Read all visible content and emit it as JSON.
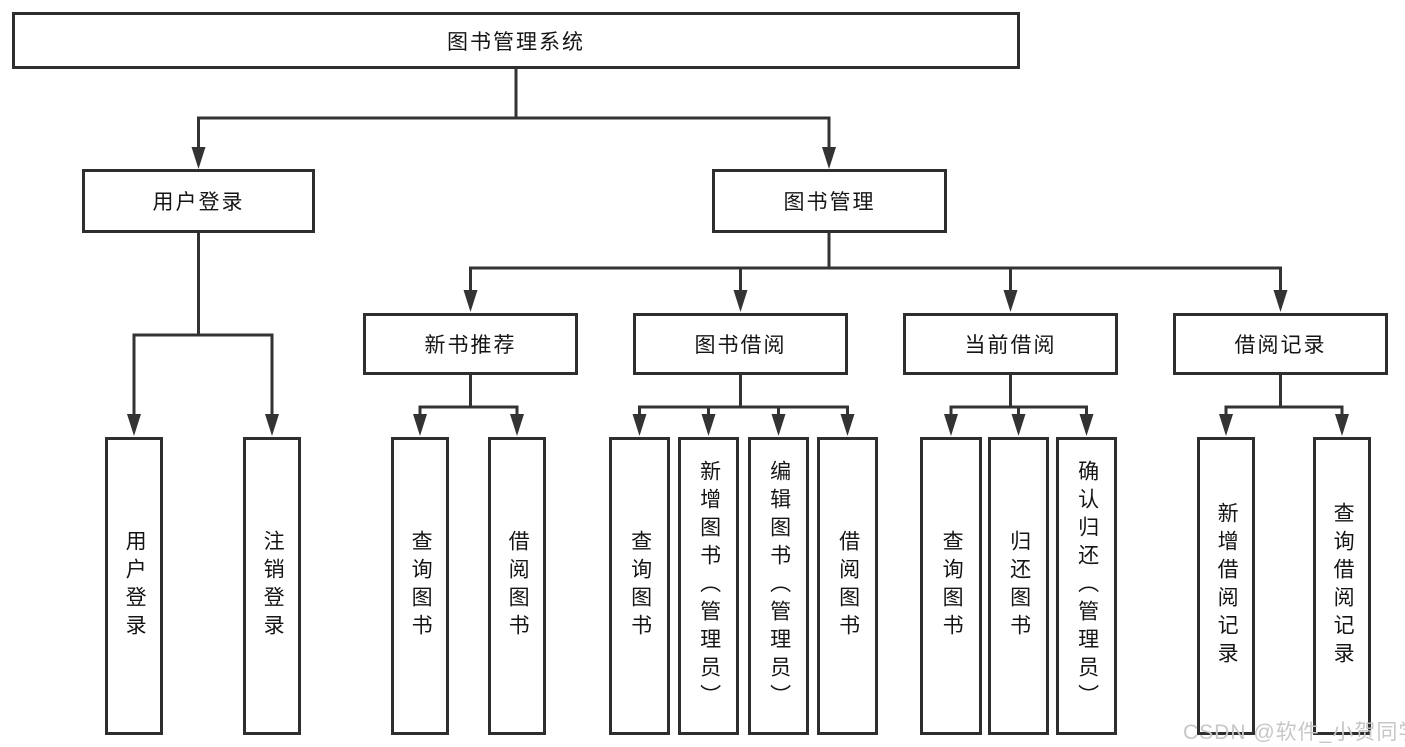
{
  "tree": {
    "root": {
      "label": "图书管理系统",
      "children": [
        {
          "label": "用户登录",
          "children": [
            {
              "label": "用户登录"
            },
            {
              "label": "注销登录"
            }
          ]
        },
        {
          "label": "图书管理",
          "children": [
            {
              "label": "新书推荐",
              "children": [
                {
                  "label": "查询图书"
                },
                {
                  "label": "借阅图书"
                }
              ]
            },
            {
              "label": "图书借阅",
              "children": [
                {
                  "label": "查询图书"
                },
                {
                  "label": "新增图书（管理员）"
                },
                {
                  "label": "编辑图书（管理员）"
                },
                {
                  "label": "借阅图书"
                }
              ]
            },
            {
              "label": "当前借阅",
              "children": [
                {
                  "label": "查询图书"
                },
                {
                  "label": "归还图书"
                },
                {
                  "label": "确认归还（管理员）"
                }
              ]
            },
            {
              "label": "借阅记录",
              "children": [
                {
                  "label": "新增借阅记录"
                },
                {
                  "label": "查询借阅记录"
                }
              ]
            }
          ]
        }
      ]
    }
  },
  "watermark": {
    "text": "CSDN @软件_小贺同学"
  },
  "colors": {
    "line": "#333333",
    "box_border": "#2e2e2e",
    "text": "#151515",
    "watermark": "#c7c7c7"
  }
}
